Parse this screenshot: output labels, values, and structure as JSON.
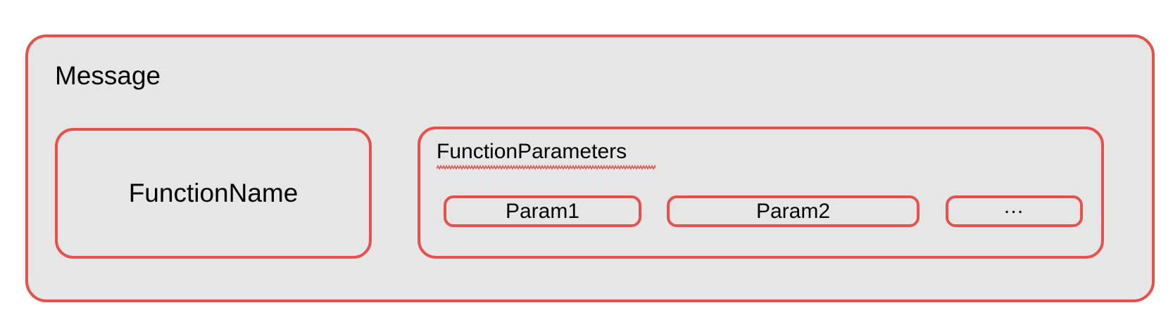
{
  "diagram": {
    "type": "nested-block-diagram",
    "colors": {
      "border": "#e8504c",
      "fill": "#e6e6e6",
      "text": "#000000",
      "background": "#ffffff",
      "spellcheck_underline": "#e8504c"
    },
    "message": {
      "title": "Message",
      "function_name": {
        "label": "FunctionName"
      },
      "function_parameters": {
        "title": "FunctionParameters",
        "has_spellcheck_underline": true,
        "params": [
          {
            "label": "Param1"
          },
          {
            "label": "Param2"
          },
          {
            "label": "…"
          }
        ]
      }
    }
  }
}
